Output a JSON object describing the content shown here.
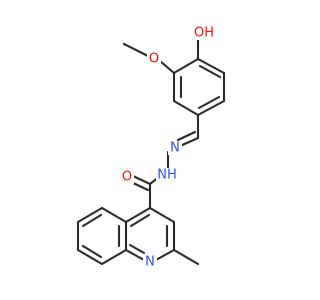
{
  "molecule": {
    "colors": {
      "bond": "#2b2b2b",
      "oxygen": "#ff0d0d",
      "nitrogen": "#3050f8",
      "background": "#ffffff"
    },
    "atoms": [
      {
        "id": "O_hydroxyl",
        "label": "OH",
        "element": "oxygen"
      },
      {
        "id": "O_methoxy",
        "label": "O",
        "element": "oxygen"
      },
      {
        "id": "N_imine",
        "label": "N",
        "element": "nitrogen"
      },
      {
        "id": "N_amide",
        "label": "NH",
        "element": "nitrogen"
      },
      {
        "id": "O_carbonyl",
        "label": "O",
        "element": "oxygen"
      },
      {
        "id": "N_quinoline",
        "label": "N",
        "element": "nitrogen"
      }
    ]
  }
}
